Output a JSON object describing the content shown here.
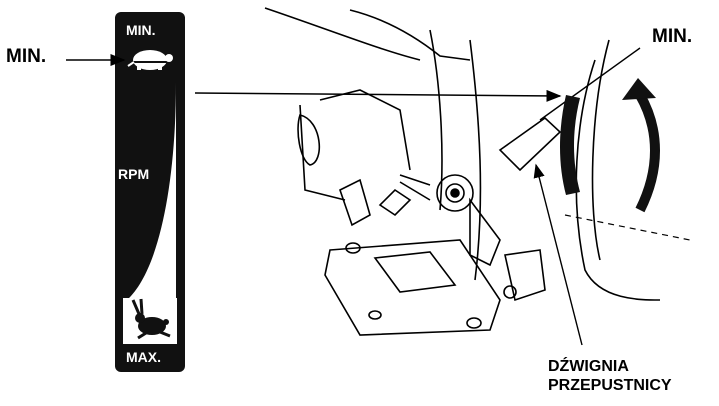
{
  "labels": {
    "min_left": "MIN.",
    "min_right": "MIN."
  },
  "lever_label": {
    "line1": "DŹWIGNIA",
    "line2": "PRZEPUSTNICY"
  },
  "gauge": {
    "min": "MIN.",
    "rpm": "RPM",
    "max": "MAX.",
    "min_icon": "turtle-icon",
    "max_icon": "rabbit-icon",
    "background": "#111111",
    "foreground": "#ffffff"
  }
}
